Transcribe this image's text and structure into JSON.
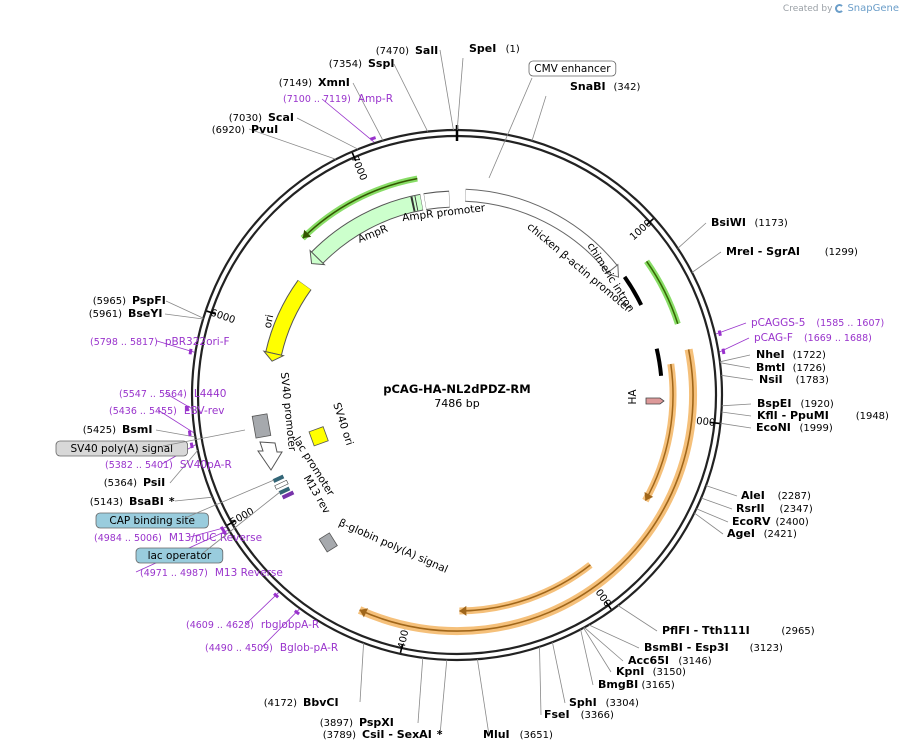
{
  "header": {
    "created_by": "Created by",
    "brand": "SnapGene"
  },
  "plasmid": {
    "name": "pCAG-HA-NL2dPDZ-RM",
    "length_label": "7486 bp",
    "length": 7486
  },
  "colors": {
    "backbone": "#222222",
    "primer": "#9933cc",
    "ampr_fill": "#ccffcc",
    "ampr_glow": "#88dd66",
    "ori_fill": "#ffff00",
    "orange_glow": "#f5c07a",
    "orange_line": "#a0661a",
    "grey_feature": "#a6a9ad",
    "box_blue": "#99ccdd",
    "box_grey": "#d8d8d8"
  },
  "ticks": [
    {
      "label": "1000",
      "bp": 1000
    },
    {
      "label": "2000",
      "bp": 2000
    },
    {
      "label": "3000",
      "bp": 3000
    },
    {
      "label": "4000",
      "bp": 4000
    },
    {
      "label": "5000",
      "bp": 5000
    },
    {
      "label": "6000",
      "bp": 6000
    },
    {
      "label": "7000",
      "bp": 7000
    }
  ],
  "sites": [
    {
      "name": "SpeI",
      "pos": "(1)",
      "bp": 1,
      "star": ""
    },
    {
      "name": "SnaBI",
      "pos": "(342)",
      "bp": 342,
      "star": ""
    },
    {
      "name": "BsiWI",
      "pos": "(1173)",
      "bp": 1173,
      "star": ""
    },
    {
      "name": "MreI - SgrAI",
      "pos": "(1299)",
      "bp": 1299,
      "star": ""
    },
    {
      "name": "NheI",
      "pos": "(1722)",
      "bp": 1722,
      "star": ""
    },
    {
      "name": "BmtI",
      "pos": "(1726)",
      "bp": 1726,
      "star": ""
    },
    {
      "name": "NsiI",
      "pos": "(1783)",
      "bp": 1783,
      "star": ""
    },
    {
      "name": "BspEI",
      "pos": "(1920)",
      "bp": 1920,
      "star": ""
    },
    {
      "name": "KflI - PpuMI",
      "pos": "(1948)",
      "bp": 1948,
      "star": ""
    },
    {
      "name": "EcoNI",
      "pos": "(1999)",
      "bp": 1999,
      "star": ""
    },
    {
      "name": "AleI",
      "pos": "(2287)",
      "bp": 2287,
      "star": ""
    },
    {
      "name": "RsrII",
      "pos": "(2347)",
      "bp": 2347,
      "star": ""
    },
    {
      "name": "EcoRV",
      "pos": "(2400)",
      "bp": 2400,
      "star": ""
    },
    {
      "name": "AgeI",
      "pos": "(2421)",
      "bp": 2421,
      "star": ""
    },
    {
      "name": "PflFI - Tth111I",
      "pos": "(2965)",
      "bp": 2965,
      "star": ""
    },
    {
      "name": "BsmBI - Esp3I",
      "pos": "(3123)",
      "bp": 3123,
      "star": ""
    },
    {
      "name": "Acc65I",
      "pos": "(3146)",
      "bp": 3146,
      "star": ""
    },
    {
      "name": "KpnI",
      "pos": "(3150)",
      "bp": 3150,
      "star": ""
    },
    {
      "name": "BmgBI",
      "pos": "(3165)",
      "bp": 3165,
      "star": ""
    },
    {
      "name": "SphI",
      "pos": "(3304)",
      "bp": 3304,
      "star": ""
    },
    {
      "name": "FseI",
      "pos": "(3366)",
      "bp": 3366,
      "star": ""
    },
    {
      "name": "MluI",
      "pos": "(3651)",
      "bp": 3651,
      "star": ""
    },
    {
      "name": "CsiI - SexAI",
      "pos": "(3789)",
      "bp": 3789,
      "star": "*"
    },
    {
      "name": "PspXI",
      "pos": "(3897)",
      "bp": 3897,
      "star": ""
    },
    {
      "name": "BbvCI",
      "pos": "(4172)",
      "bp": 4172,
      "star": ""
    },
    {
      "name": "BsaBI",
      "pos": "(5143)",
      "bp": 5143,
      "star": "*"
    },
    {
      "name": "PsiI",
      "pos": "(5364)",
      "bp": 5364,
      "star": ""
    },
    {
      "name": "BsmI",
      "pos": "(5425)",
      "bp": 5425,
      "star": ""
    },
    {
      "name": "BseYI",
      "pos": "(5961)",
      "bp": 5961,
      "star": ""
    },
    {
      "name": "PspFI",
      "pos": "(5965)",
      "bp": 5965,
      "star": ""
    },
    {
      "name": "PvuI",
      "pos": "(6920)",
      "bp": 6920,
      "star": ""
    },
    {
      "name": "ScaI",
      "pos": "(7030)",
      "bp": 7030,
      "star": ""
    },
    {
      "name": "XmnI",
      "pos": "(7149)",
      "bp": 7149,
      "star": ""
    },
    {
      "name": "SspI",
      "pos": "(7354)",
      "bp": 7354,
      "star": ""
    },
    {
      "name": "SalI",
      "pos": "(7470)",
      "bp": 7470,
      "star": ""
    }
  ],
  "primers": [
    {
      "name": "pCAGGS-5",
      "pos": "(1585 .. 1607)",
      "bp": 1596
    },
    {
      "name": "pCAG-F",
      "pos": "(1669 .. 1688)",
      "bp": 1678
    },
    {
      "name": "M13 Reverse",
      "pos": "(4971 .. 4987)",
      "bp": 4979
    },
    {
      "name": "M13/pUC Reverse",
      "pos": "(4984 .. 5006)",
      "bp": 4995
    },
    {
      "name": "SV40pA-R",
      "pos": "(5382 .. 5401)",
      "bp": 5391
    },
    {
      "name": "EBV-rev",
      "pos": "(5436 .. 5455)",
      "bp": 5445
    },
    {
      "name": "L4440",
      "pos": "(5547 .. 5564)",
      "bp": 5555
    },
    {
      "name": "pBR322ori-F",
      "pos": "(5798 .. 5817)",
      "bp": 5807
    },
    {
      "name": "Amp-R",
      "pos": "(7100 .. 7119)",
      "bp": 7109
    },
    {
      "name": "Bglob-pA-R",
      "pos": "(4490 .. 4509)",
      "bp": 4499
    },
    {
      "name": "rbglobpA-R",
      "pos": "(4609 .. 4628)",
      "bp": 4618
    }
  ],
  "features": {
    "cmv_enhancer": "CMV enhancer",
    "chicken_actin": "chicken β-actin promoter",
    "chimeric_intron": "chimeric intron",
    "ha": "HA",
    "beta_globin": "β-globin poly(A) signal",
    "sv40_polya": "SV40 poly(A) signal",
    "cap_site": "CAP binding site",
    "lac_operator": "lac operator",
    "m13_rev": "M13 rev",
    "lac_promoter": "lac promoter",
    "sv40_ori": "SV40 ori",
    "sv40_promoter": "SV40 promoter",
    "ori": "ori",
    "ampr": "AmpR",
    "ampr_promoter": "AmpR promoter"
  }
}
